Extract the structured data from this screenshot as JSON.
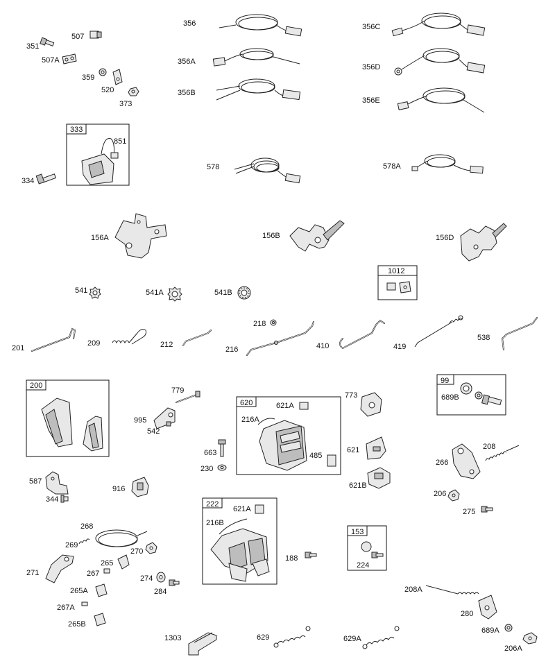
{
  "labels": {
    "p351": "351",
    "p507": "507",
    "p507A": "507A",
    "p359": "359",
    "p520": "520",
    "p373": "373",
    "p356": "356",
    "p356A": "356A",
    "p356B": "356B",
    "p356C": "356C",
    "p356D": "356D",
    "p356E": "356E",
    "p333": "333",
    "p851": "851",
    "p334": "334",
    "p578": "578",
    "p578A": "578A",
    "p156A": "156A",
    "p156B": "156B",
    "p156D": "156D",
    "p541": "541",
    "p541A": "541A",
    "p541B": "541B",
    "p1012": "1012",
    "p218": "218",
    "p201": "201",
    "p209": "209",
    "p212": "212",
    "p216": "216",
    "p410": "410",
    "p419": "419",
    "p538": "538",
    "p200": "200",
    "p779": "779",
    "p995": "995",
    "p542": "542",
    "p620": "620",
    "p621A": "621A",
    "p216A": "216A",
    "p773": "773",
    "p663": "663",
    "p485": "485",
    "p230": "230",
    "p621": "621",
    "p621B": "621B",
    "p99": "99",
    "p689B": "689B",
    "p208": "208",
    "p266": "266",
    "p206": "206",
    "p275": "275",
    "p587": "587",
    "p344": "344",
    "p916": "916",
    "p222": "222",
    "p621A2": "621A",
    "p216B": "216B",
    "p188": "188",
    "p153": "153",
    "p224": "224",
    "p268": "268",
    "p269": "269",
    "p271": "271",
    "p270": "270",
    "p265": "265",
    "p267": "267",
    "p274": "274",
    "p284": "284",
    "p265A": "265A",
    "p267A": "267A",
    "p265B": "265B",
    "p208A": "208A",
    "p280": "280",
    "p689A": "689A",
    "p206A": "206A",
    "p1303": "1303",
    "p629": "629",
    "p629A": "629A"
  }
}
